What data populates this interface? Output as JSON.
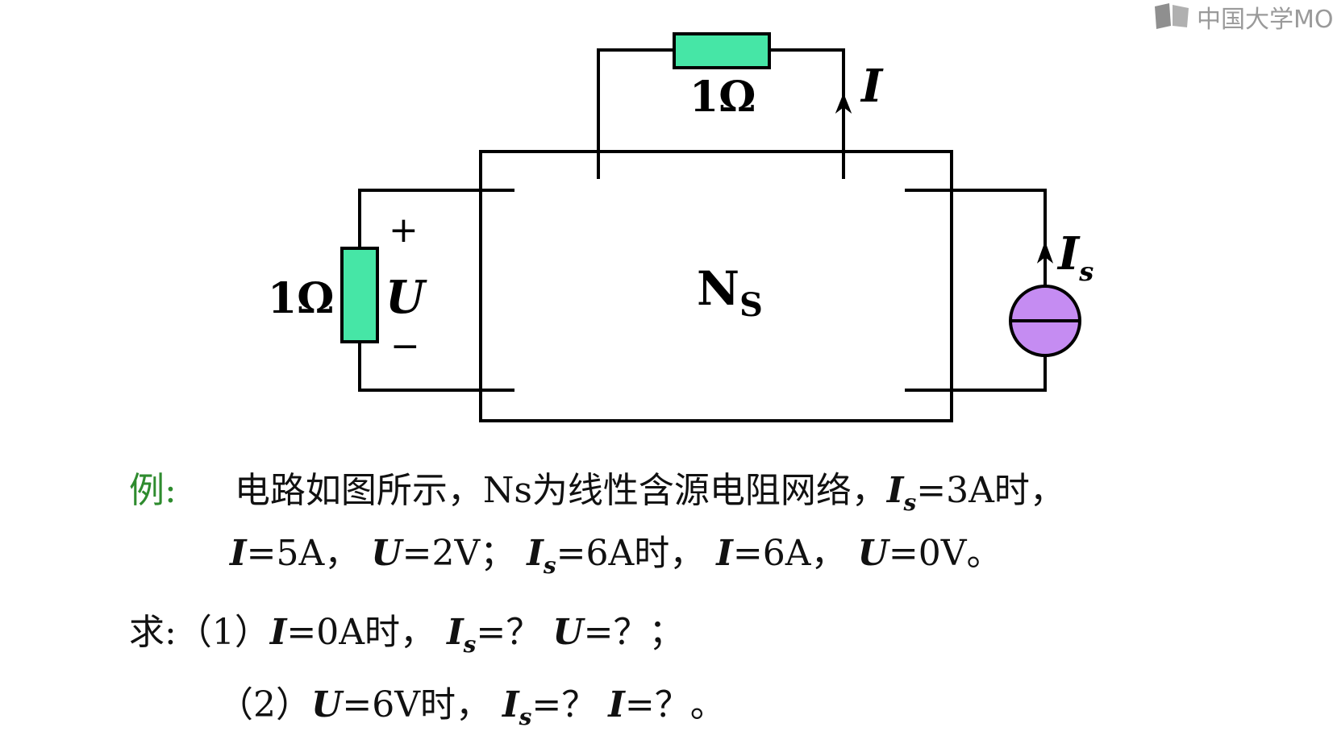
{
  "watermark": {
    "text": "中国大学MO"
  },
  "diagram": {
    "top_resistor_label": "1Ω",
    "left_resistor_label": "1Ω",
    "current_label": "I",
    "voltage_label": "U",
    "plus_sign": "+",
    "minus_sign": "−",
    "network_label": "N",
    "network_sub": "S",
    "source_label": "I",
    "source_sub": "s",
    "colors": {
      "resistor": "#46e6a6",
      "source": "#c58cf2",
      "wire": "#000000"
    }
  },
  "problem": {
    "example_label": "例:",
    "line1": "电路如图所示，Ns为线性含源电阻网络，",
    "line1_cond": "=3A时，",
    "line2_a": "=5A，",
    "line2_b": "=2V；",
    "line2_c": "=6A时，",
    "line2_d": "=6A，",
    "line2_e": "=0V。",
    "ask_label": "求:",
    "q1_num": "（1）",
    "q1_a": "=0A时，",
    "q1_b": "=？",
    "q1_c": "=？；",
    "q2_num": "（2）",
    "q2_a": "=6V时，",
    "q2_b": "=？",
    "q2_c": "=？。",
    "var_I": "I",
    "var_U": "U",
    "var_Is": "I",
    "var_Is_sub": "s"
  }
}
